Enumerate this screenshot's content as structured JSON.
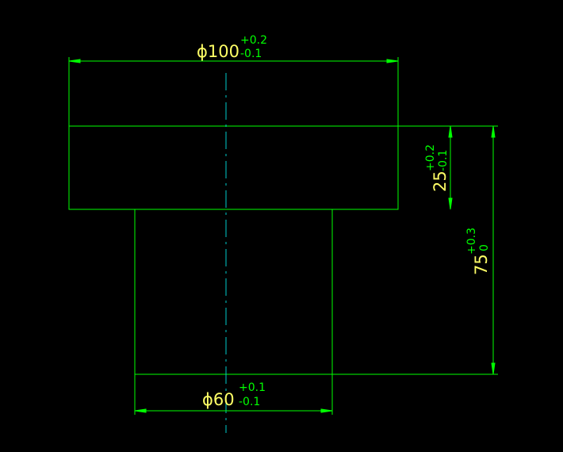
{
  "colors": {
    "background": "#000000",
    "outline": "#00ff00",
    "centerline": "#00cccc",
    "dim_text": "#ffff66",
    "tolerance_text": "#00ff00"
  },
  "dimensions": {
    "top_diameter": {
      "symbol": "ϕ",
      "value": "100",
      "upper": "+0.2",
      "lower": "-0.1"
    },
    "flange_thickness": {
      "value": "25",
      "upper": "+0.2",
      "lower": "-0.1"
    },
    "total_height": {
      "value": "75",
      "upper": "+0.3",
      "lower": "0"
    },
    "shaft_diameter": {
      "symbol": "ϕ",
      "value": "60",
      "upper": "+0.1",
      "lower": "-0.1"
    }
  }
}
